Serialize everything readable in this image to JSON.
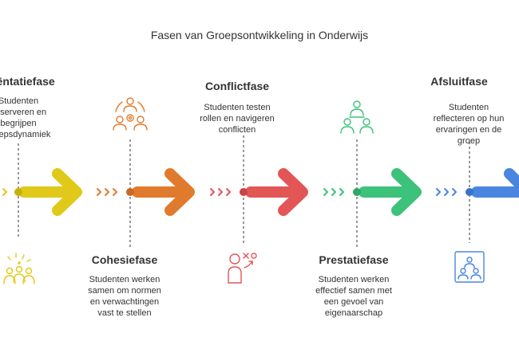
{
  "title": "Fasen van Groepsontwikkeling in Onderwijs",
  "stages": [
    {
      "name": "Oriëntatiefase",
      "description": [
        "Studenten",
        "observeren en",
        "begrijpen",
        "groepsdynamiek"
      ],
      "color": "#E0C918",
      "icon": "celebrating-group-icon",
      "position": "top"
    },
    {
      "name": "Cohesiefase",
      "description": [
        "Studenten werken",
        "samen om normen",
        "en verwachtingen",
        "vast te stellen"
      ],
      "color": "#E07B2E",
      "icon": "team-gear-icon",
      "position": "bottom"
    },
    {
      "name": "Conflictfase",
      "description": [
        "Studenten testen",
        "rollen en navigeren",
        "conflicten"
      ],
      "color": "#E25656",
      "icon": "strategy-person-icon",
      "position": "top"
    },
    {
      "name": "Prestatiefase",
      "description": [
        "Studenten werken",
        "effectief samen met",
        "een gevoel van",
        "eigenaarschap"
      ],
      "color": "#3CC27A",
      "icon": "collaboration-icon",
      "position": "bottom"
    },
    {
      "name": "Afsluitfase",
      "description": [
        "Studenten",
        "reflecteren op hun",
        "ervaringen en de",
        "groep"
      ],
      "color": "#4A86E0",
      "icon": "group-portrait-icon",
      "position": "top"
    }
  ]
}
